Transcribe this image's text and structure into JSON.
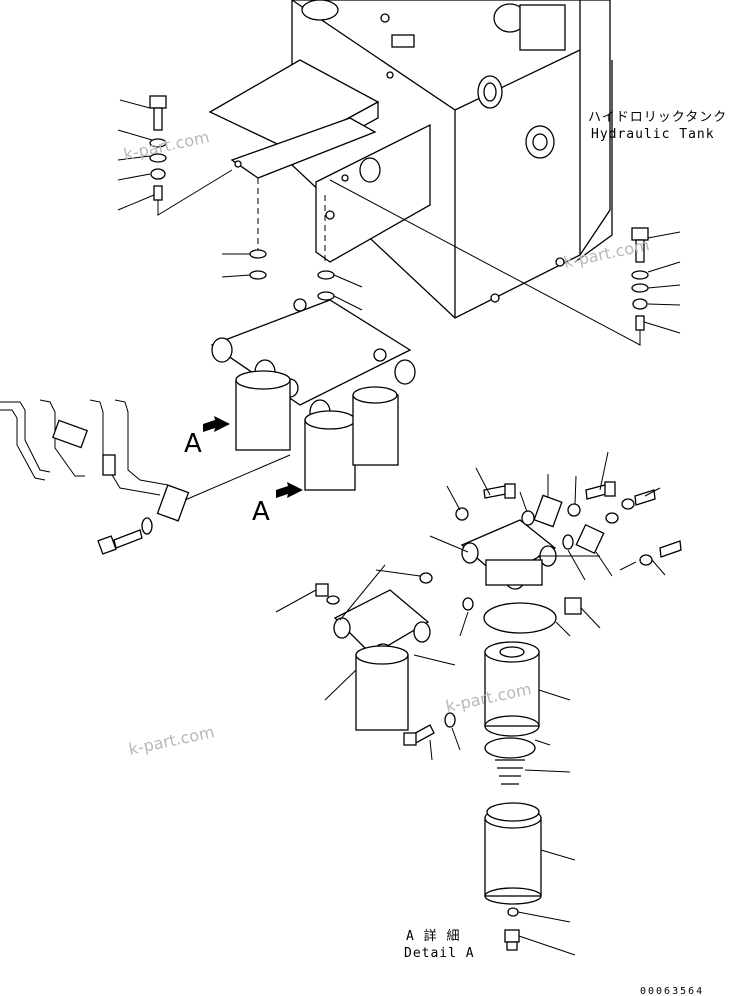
{
  "labels": {
    "tank_jp": "ハイドロリックタンク",
    "tank_en": "Hydraulic Tank",
    "view_a_1": "A",
    "view_a_2": "A",
    "detail_jp": "A 詳 細",
    "detail_en": "Detail A",
    "ref_number": "00063564"
  },
  "watermarks": [
    "k-part.com",
    "k-part.com",
    "k-part.com",
    "k-part.com"
  ],
  "icons": [
    "arrow-right-icon"
  ],
  "colors": {
    "line": "#000000",
    "watermark": "#b8b8b8",
    "background": "#ffffff"
  }
}
